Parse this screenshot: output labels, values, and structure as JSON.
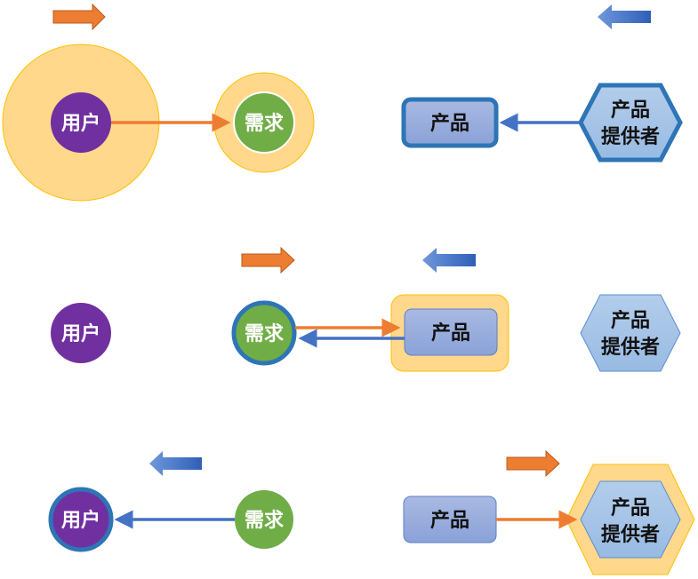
{
  "diagram": {
    "labels": {
      "user": "用户",
      "demand": "需求",
      "product": "产品",
      "provider_line1": "产品",
      "provider_line2": "提供者"
    },
    "colors": {
      "orange": "#ED7D31",
      "blue": "#4472C4",
      "purple": "#7030A0",
      "green": "#70AD47",
      "halo": "#FFD88C",
      "halo_stroke": "#FFC000",
      "product_fill": "#8FAADC",
      "provider_fill": "#A9C6E8",
      "outline_blue": "#2E75B6"
    },
    "rows": [
      {
        "name": "row-1",
        "flow": "user -> demand (orange), provider -> product (blue)"
      },
      {
        "name": "row-2",
        "flow": "demand <-> product"
      },
      {
        "name": "row-3",
        "flow": "demand -> user (blue), product -> provider (orange)"
      }
    ]
  }
}
